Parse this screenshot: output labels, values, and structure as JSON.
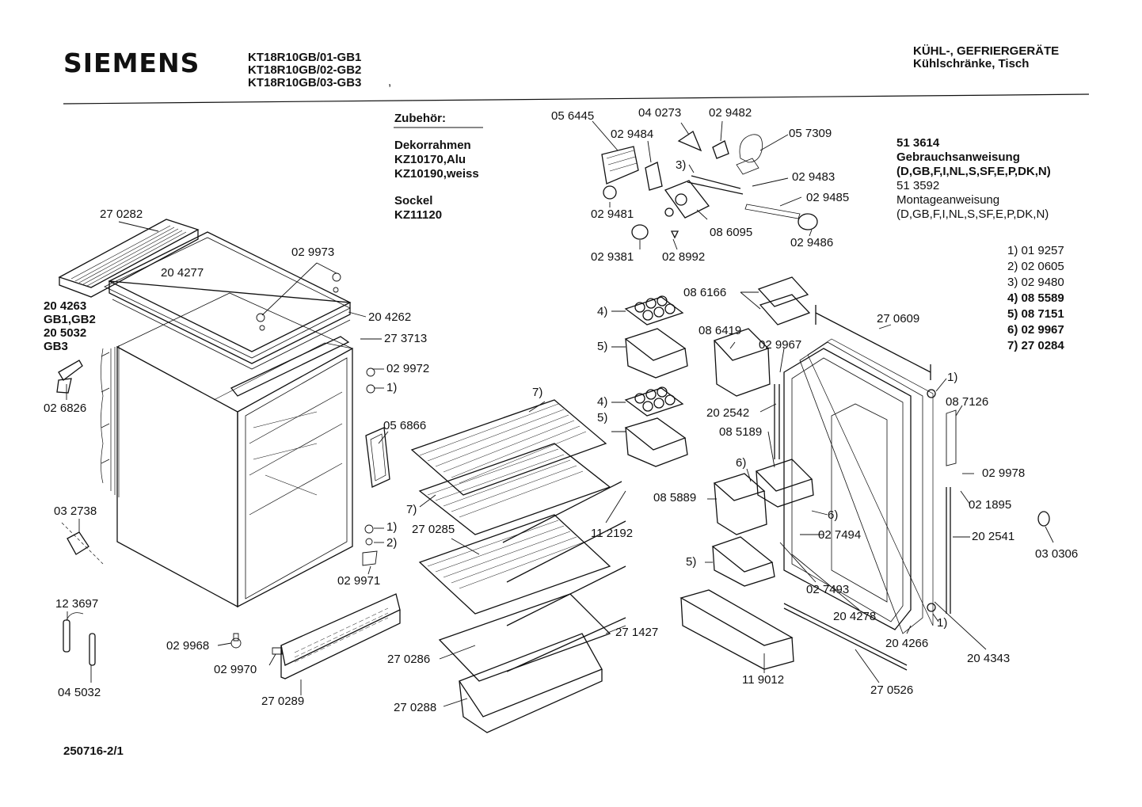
{
  "header": {
    "brand": "SIEMENS",
    "models": [
      "KT18R10GB/01-GB1",
      "KT18R10GB/02-GB2",
      "KT18R10GB/03-GB3"
    ],
    "category": [
      "KÜHL-, GEFRIERGERÄTE",
      "Kühlschränke, Tisch"
    ]
  },
  "accessories": {
    "heading": "Zubehör:",
    "frame_title": "Dekorrahmen",
    "frame_items": [
      "KZ10170,Alu",
      "KZ10190,weiss"
    ],
    "base_title": "Sockel",
    "base_item": "KZ11120"
  },
  "documents": {
    "manual_no": "51 3614",
    "manual_title": "Gebrauchsanweisung",
    "manual_langs": "(D,GB,F,I,NL,S,SF,E,P,DK,N)",
    "install_no": "51 3592",
    "install_title": "Montageanweisung",
    "install_langs": "(D,GB,F,I,NL,S,SF,E,P,DK,N)"
  },
  "legend": [
    {
      "key": "1)",
      "part": "01 9257"
    },
    {
      "key": "2)",
      "part": "02 0605"
    },
    {
      "key": "3)",
      "part": "02 9480"
    },
    {
      "key": "4)",
      "part": "08 5589"
    },
    {
      "key": "5)",
      "part": "08 7151"
    },
    {
      "key": "6)",
      "part": "02 9967"
    },
    {
      "key": "7)",
      "part": "27 0284"
    }
  ],
  "labels": {
    "p270282": "27 0282",
    "p204277": "20 4277",
    "p029973": "02 9973",
    "p204263": "20 4263",
    "gb1gb2": "GB1,GB2",
    "p205032": "20 5032",
    "gb3": "GB3",
    "p204262": "20 4262",
    "p273713": "27 3713",
    "p029972": "02 9972",
    "r1a": "1)",
    "p026826": "02 6826",
    "p056866": "05 6866",
    "p032738": "03 2738",
    "r1b": "1)",
    "r2a": "2)",
    "p029971": "02 9971",
    "p123697": "12 3697",
    "p045032": "04 5032",
    "p029968": "02 9968",
    "p029970": "02 9970",
    "p270289": "27 0289",
    "p056445": "05 6445",
    "p040273": "04 0273",
    "p029482": "02 9482",
    "p029484": "02 9484",
    "p057309": "05 7309",
    "r3": "3)",
    "p029483": "02 9483",
    "p029485": "02 9485",
    "p029481": "02 9481",
    "p086095": "08 6095",
    "p029486": "02 9486",
    "p029381": "02 9381",
    "p028992": "02 8992",
    "r7a": "7)",
    "r7b": "7)",
    "p270285": "27 0285",
    "p112192": "11 2192",
    "p271427": "27 1427",
    "p270286": "27 0286",
    "p270288": "27 0288",
    "r4a": "4)",
    "r5a": "5)",
    "r4b": "4)",
    "r5b": "5)",
    "p086166": "08 6166",
    "p086419": "08 6419",
    "p029967": "02 9967",
    "p202542": "20 2542",
    "p085189": "08 5189",
    "r6a": "6)",
    "p085889": "08 5889",
    "r6b": "6)",
    "p027494": "02 7494",
    "r5c": "5)",
    "p027493": "02 7493",
    "p204278": "20 4278",
    "p119012": "11 9012",
    "p270526": "27 0526",
    "p270609": "27 0609",
    "r1c": "1)",
    "p087126": "08 7126",
    "p029978": "02 9978",
    "p021895": "02 1895",
    "p202541": "20 2541",
    "p030306": "03 0306",
    "r1d": "1)",
    "p204266": "20 4266",
    "p204343": "20 4343"
  },
  "footer": {
    "drawing_no": "250716-2/1"
  }
}
